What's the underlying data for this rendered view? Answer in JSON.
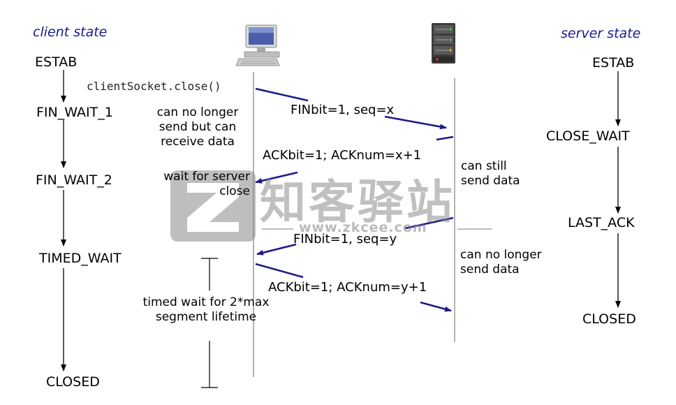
{
  "titles": {
    "client": "client state",
    "server": "server state"
  },
  "client_states": [
    "ESTAB",
    "FIN_WAIT_1",
    "FIN_WAIT_2",
    "TIMED_WAIT",
    "CLOSED"
  ],
  "server_states": [
    "ESTAB",
    "CLOSE_WAIT",
    "LAST_ACK",
    "CLOSED"
  ],
  "client_call": "clientSocket.close()",
  "messages": {
    "fin_client": "FINbit=1, seq=x",
    "ack_server": "ACKbit=1; ACKnum=x+1",
    "fin_server": "FINbit=1, seq=y",
    "ack_client": "ACKbit=1; ACKnum=y+1"
  },
  "notes": {
    "no_longer_send_recv": "can no longer send but can receive data",
    "wait_server_close": "wait for server close",
    "can_still_send": "can still send data",
    "server_no_longer_send": "can no longer send data",
    "timed_wait": "timed wait for 2*max segment lifetime"
  },
  "icons": {
    "client": "desktop-computer-icon",
    "server": "server-rack-icon"
  },
  "colors": {
    "arrow": "#1e1a85",
    "title": "#1a1a8c",
    "watermark": "#8a8a8a"
  },
  "watermark": {
    "brand": "知客驿站",
    "url": "www.zkcee.com"
  }
}
